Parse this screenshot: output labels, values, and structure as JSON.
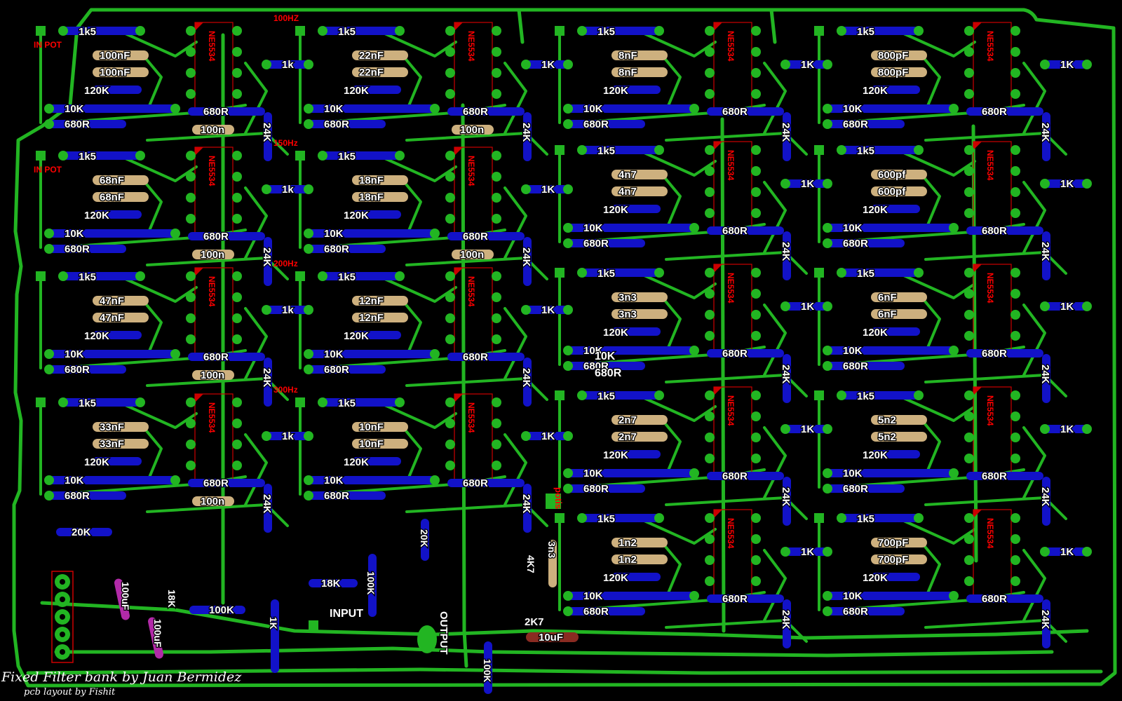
{
  "credits": {
    "title": "Fixed Filter bank by Juan Bermidez",
    "subtitle": "pcb layout by Fishit"
  },
  "colors": {
    "background": "#000000",
    "trace": "#22b522",
    "resistor": "#1212c8",
    "capacitor": "#cdb07e",
    "electrolytic": "#b22aa8",
    "tantalum": "#8a2b22",
    "silkscreen": "#cc0000",
    "label": "#ffffff",
    "red_label": "#ff0000"
  },
  "columns": [
    {
      "sections": [
        {
          "freq": "100HZ",
          "in_label": "IN POT",
          "r_in": "1k5",
          "caps": [
            "100nF",
            "100nF"
          ],
          "r_fb": "120K",
          "r_a": "10K",
          "r_b": "680R",
          "r_out": "680R",
          "c_dec": "100n",
          "r_pot": "1k",
          "r_v": "24K"
        },
        {
          "freq": "150Hz",
          "in_label": "IN POT",
          "r_in": "1k5",
          "caps": [
            "68nF",
            "68nF"
          ],
          "r_fb": "120K",
          "r_a": "10K",
          "r_b": "680R",
          "r_out": "680R",
          "c_dec": "100n",
          "r_pot": "1k",
          "r_v": "24K"
        },
        {
          "freq": "200Hz",
          "in_label": "",
          "r_in": "1k5",
          "caps": [
            "47nF",
            "47nF"
          ],
          "r_fb": "120K",
          "r_a": "10K",
          "r_b": "680R",
          "r_out": "680R",
          "c_dec": "100n",
          "r_pot": "1k",
          "r_v": "24K"
        },
        {
          "freq": "300Hz",
          "in_label": "",
          "r_in": "1k5",
          "caps": [
            "33nF",
            "33nF"
          ],
          "r_fb": "120K",
          "r_a": "10K",
          "r_b": "680R",
          "r_out": "680R",
          "c_dec": "100n",
          "r_pot": "1k",
          "r_v": "24K"
        }
      ]
    },
    {
      "sections": [
        {
          "r_in": "1k5",
          "caps": [
            "22nF",
            "22nF"
          ],
          "r_fb": "120K",
          "r_a": "10K",
          "r_b": "680R",
          "r_out": "680R",
          "c_dec": "100n",
          "r_pot": "1K",
          "r_v": "24K"
        },
        {
          "r_in": "1k5",
          "caps": [
            "18nF",
            "18nF"
          ],
          "r_fb": "120K",
          "r_a": "10K",
          "r_b": "680R",
          "r_out": "680R",
          "c_dec": "100n",
          "r_pot": "1K",
          "r_v": "24K"
        },
        {
          "r_in": "1k5",
          "caps": [
            "12nF",
            "12nF"
          ],
          "r_fb": "120K",
          "r_a": "10K",
          "r_b": "680R",
          "r_out": "680R",
          "c_dec": "",
          "r_pot": "1K",
          "r_v": "24K"
        },
        {
          "r_in": "1k5",
          "caps": [
            "10nF",
            "10nF"
          ],
          "r_fb": "120K",
          "r_a": "10K",
          "r_b": "680R",
          "r_out": "680R",
          "c_dec": "",
          "r_pot": "1K",
          "r_v": "24K"
        }
      ]
    },
    {
      "sections": [
        {
          "r_in": "1k5",
          "caps": [
            "8nF",
            "8nF"
          ],
          "r_fb": "120K",
          "r_a": "10K",
          "r_b": "680R",
          "r_out": "680R",
          "r_pot": "1K",
          "r_v": "24K"
        },
        {
          "r_in": "1k5",
          "caps": [
            "4n7",
            "4n7"
          ],
          "r_fb": "120K",
          "r_a": "10K",
          "r_b": "680R",
          "r_out": "680R",
          "r_pot": "1K",
          "r_v": "24K"
        },
        {
          "r_in": "1k5",
          "caps": [
            "3n3",
            "3n3"
          ],
          "r_fb": "120K",
          "r_a": "10K",
          "r_b": "680R",
          "r_out": "680R",
          "r_pot": "1K",
          "r_v": "24K"
        },
        {
          "r_in": "1k5",
          "caps": [
            "2n7",
            "2n7"
          ],
          "r_fb": "120K",
          "r_a": "10K",
          "r_b": "680R",
          "r_out": "680R",
          "r_pot": "1K",
          "r_v": "24K"
        },
        {
          "r_in": "1k5",
          "caps": [
            "1n2",
            "1n2"
          ],
          "r_fb": "120K",
          "r_a": "10K",
          "r_b": "680R",
          "r_out": "680R",
          "r_pot": "1K",
          "r_v": "24K"
        }
      ]
    },
    {
      "sections": [
        {
          "r_in": "1k5",
          "caps": [
            "800pF",
            "800pF"
          ],
          "r_fb": "120K",
          "r_a": "10K",
          "r_b": "680R",
          "r_out": "680R",
          "r_pot": "1K",
          "r_v": "24K"
        },
        {
          "r_in": "1k5",
          "caps": [
            "600pf",
            "600pf"
          ],
          "r_fb": "120K",
          "r_a": "10K",
          "r_b": "680R",
          "r_out": "680R",
          "r_pot": "1K",
          "r_v": "24K"
        },
        {
          "r_in": "1k5",
          "caps": [
            "6nF",
            "6nF"
          ],
          "r_fb": "120K",
          "r_a": "10K",
          "r_b": "680R",
          "r_out": "680R",
          "r_pot": "1K",
          "r_v": "24K"
        },
        {
          "r_in": "1k5",
          "caps": [
            "5n2",
            "5n2"
          ],
          "r_fb": "120K",
          "r_a": "10K",
          "r_b": "680R",
          "r_out": "680R",
          "r_pot": "1K",
          "r_v": "24K"
        },
        {
          "r_in": "1k5",
          "caps": [
            "700pF",
            "700pF"
          ],
          "r_fb": "120K",
          "r_a": "10K",
          "r_b": "680R",
          "r_out": "680R",
          "r_pot": "1K",
          "r_v": "24K"
        }
      ]
    }
  ],
  "chip_label": "NE5534",
  "bottom": {
    "r_20k_a": "20K",
    "r_20k_b": "20K",
    "c_100uf_a": "100uF",
    "c_100uf_b": "100uF",
    "r_18k_a": "18K",
    "r_18k_b": "18K",
    "r_100k_a": "100K",
    "r_100k_b": "100K",
    "r_100k_c": "100K",
    "r_1k": "1K",
    "input_label": "INPUT",
    "output_label": "OUTPUT",
    "r_4k7": "4K7",
    "c_3n3": "3n3",
    "r_2k7": "2K7",
    "c_10uf": "10uF",
    "potis_label": "potis",
    "mid_10k": "10K",
    "mid_680r": "680R"
  }
}
